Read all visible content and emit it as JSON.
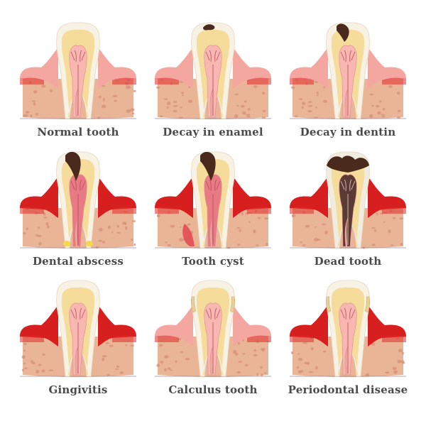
{
  "title": "",
  "colors": {
    "bone": "#e9b596",
    "bone_spots": "#d68f76",
    "gum_light": "#f4a6a0",
    "gum_dark": "#e02a2a",
    "gum_inflamed": "#d81f1f",
    "enamel": "#f7f2e4",
    "dentin": "#f6dc9a",
    "pulp": "#f8b7b1",
    "nerve": "#b84a5a",
    "decay": "#4a2a1c",
    "dead_pulp": "#5a3a33",
    "abscess": "#f6d64a",
    "calculus": "#e8cf9a",
    "caption": "#4a4a4a"
  },
  "panels": [
    {
      "label": "Normal tooth",
      "condition": "normal"
    },
    {
      "label": "Decay in enamel",
      "condition": "decay-enamel"
    },
    {
      "label": "Decay in dentin",
      "condition": "decay-dentin"
    },
    {
      "label": "Dental abscess",
      "condition": "abscess"
    },
    {
      "label": "Tooth cyst",
      "condition": "cyst"
    },
    {
      "label": "Dead tooth",
      "condition": "dead"
    },
    {
      "label": "Gingivitis",
      "condition": "gingivitis"
    },
    {
      "label": "Calculus tooth",
      "condition": "calculus"
    },
    {
      "label": "Periodontal disease",
      "condition": "periodontal"
    }
  ]
}
